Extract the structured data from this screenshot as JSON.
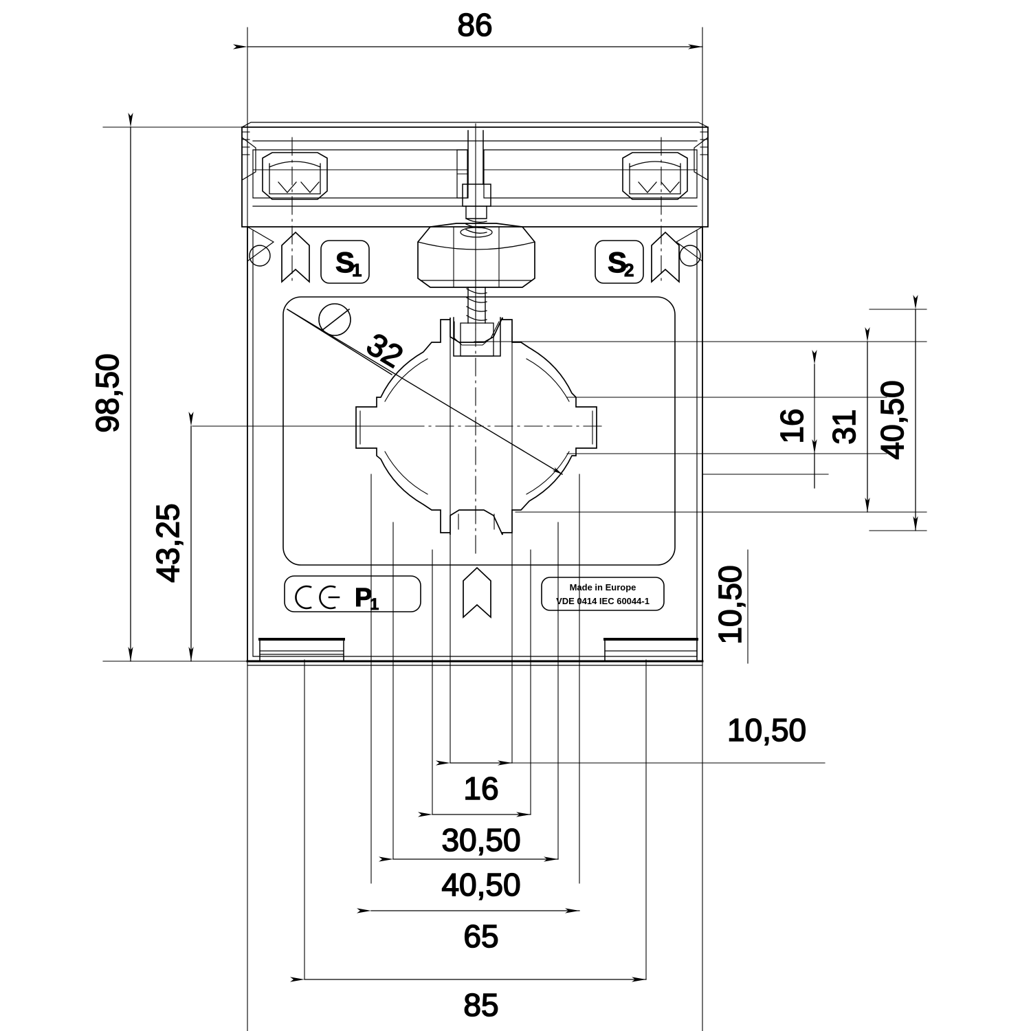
{
  "drawing": {
    "type": "technical-dimensional-drawing",
    "subject": "current-transformer-front-view",
    "units": "mm",
    "decimal_separator": "comma"
  },
  "dimensions": {
    "top": {
      "value": "86",
      "orientation": "horizontal"
    },
    "left_outer": {
      "value": "98,50",
      "orientation": "vertical"
    },
    "left_inner": {
      "value": "43,25",
      "orientation": "vertical"
    },
    "right_16": {
      "value": "16",
      "orientation": "vertical"
    },
    "right_31": {
      "value": "31",
      "orientation": "vertical"
    },
    "right_4050": {
      "value": "40,50",
      "orientation": "vertical"
    },
    "right_1050": {
      "value": "10,50",
      "orientation": "vertical"
    },
    "bottom_1050": {
      "value": "10,50",
      "orientation": "horizontal"
    },
    "bottom_16": {
      "value": "16",
      "orientation": "horizontal"
    },
    "bottom_3050": {
      "value": "30,50",
      "orientation": "horizontal"
    },
    "bottom_4050": {
      "value": "40,50",
      "orientation": "horizontal"
    },
    "bottom_65": {
      "value": "65",
      "orientation": "horizontal"
    },
    "bottom_85": {
      "value": "85",
      "orientation": "horizontal"
    },
    "diameter": {
      "symbol": "⌀",
      "value": "32",
      "full": "⌀32"
    }
  },
  "labels": {
    "terminal_s1": "S",
    "terminal_s1_sub": "1",
    "terminal_s2": "S",
    "terminal_s2_sub": "2",
    "primary_p1": "P",
    "primary_p1_sub": "1",
    "ce_mark": "CE",
    "nameplate_line1": "Made in Europe",
    "nameplate_line2": "VDE 0414 IEC 60044-1"
  },
  "colors": {
    "line": "#000000",
    "background": "#ffffff"
  }
}
